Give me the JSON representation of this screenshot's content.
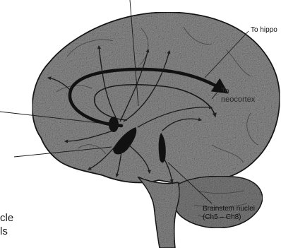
{
  "labels": {
    "to_hippo": "To hippo",
    "to_neocortex_line1": "To",
    "to_neocortex_line2": "neocortex",
    "brainstem_line1": "Brainstem nuclei",
    "brainstem_line2": "(Ch5 – Ch8)",
    "left_line1": "cle",
    "left_line2": "ls"
  },
  "colors": {
    "tissue": "#7d7d7d",
    "tissue_light": "#a8a8a8",
    "outline": "#1a1a1a",
    "pathway": "#111111",
    "text": "#111111"
  }
}
